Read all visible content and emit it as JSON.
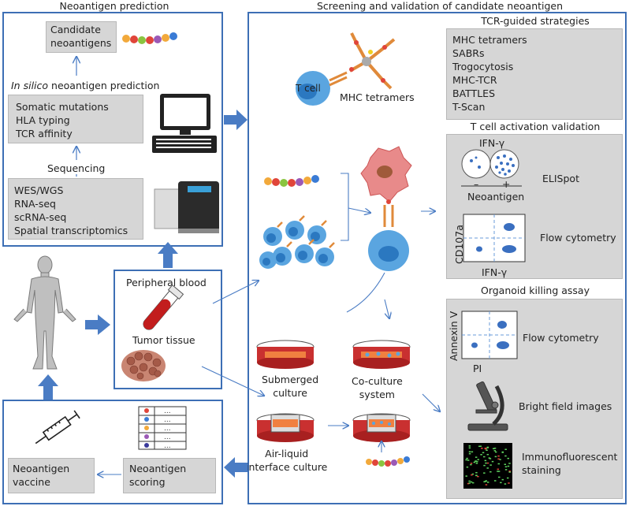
{
  "left_panel": {
    "title": "Neoantigen prediction",
    "candidate": [
      "Candidate",
      "neoantigens"
    ],
    "prediction_label_italic": "In silico",
    "prediction_label_rest": " neoantigen prediction",
    "mutations": [
      "Somatic mutations",
      "HLA typing",
      "TCR affinity"
    ],
    "sequencing_label": "Sequencing",
    "sequencing_methods": [
      "WES/WGS",
      "RNA-seq",
      "scRNA-seq",
      "Spatial transcriptomics"
    ]
  },
  "blood_panel": {
    "peripheral_blood": "Peripheral blood",
    "tumor_tissue": "Tumor tissue"
  },
  "vaccine_panel": {
    "vaccine": [
      "Neoantigen",
      "vaccine"
    ],
    "scoring": [
      "Neoantigen",
      "scoring"
    ],
    "table_dots": "..."
  },
  "right_panel": {
    "title": "Screening and validation of candidate neoantigen",
    "tcr_title": "TCR-guided strategies",
    "tcr_strategies": [
      "MHC tetramers",
      "SABRs",
      "Trogocytosis",
      "MHC-TCR",
      "BATTLES",
      "T-Scan"
    ],
    "tcell_label": "T cell",
    "mhc_tetramers_label": "MHC tetramers",
    "activation_title": "T cell activation validation",
    "ifn_label": "IFN-γ",
    "minus": "–",
    "plus": "+",
    "neoantigen_label": "Neoantigen",
    "elispot": "ELISpot",
    "cd107a": "CD107a",
    "flow_cytometry_1": "Flow cytometry",
    "organoid_title": "Organoid killing assay",
    "annexin": "Annexin V",
    "pi": "PI",
    "flow_cytometry_2": "Flow cytometry",
    "bright_field": "Bright field images",
    "immuno": [
      "Immunofluorescent",
      "staining"
    ],
    "submerged": [
      "Submerged",
      "culture"
    ],
    "coculture": [
      "Co-culture",
      "system"
    ],
    "airliquid": [
      "Air-liquid",
      "interface culture"
    ]
  },
  "colors": {
    "panel_border": "#3d6fb5",
    "gray_box": "#d6d6d6",
    "arrow": "#4a7cc4",
    "cell_blue": "#5aa5e0",
    "tumor_red": "#e88a8a"
  }
}
